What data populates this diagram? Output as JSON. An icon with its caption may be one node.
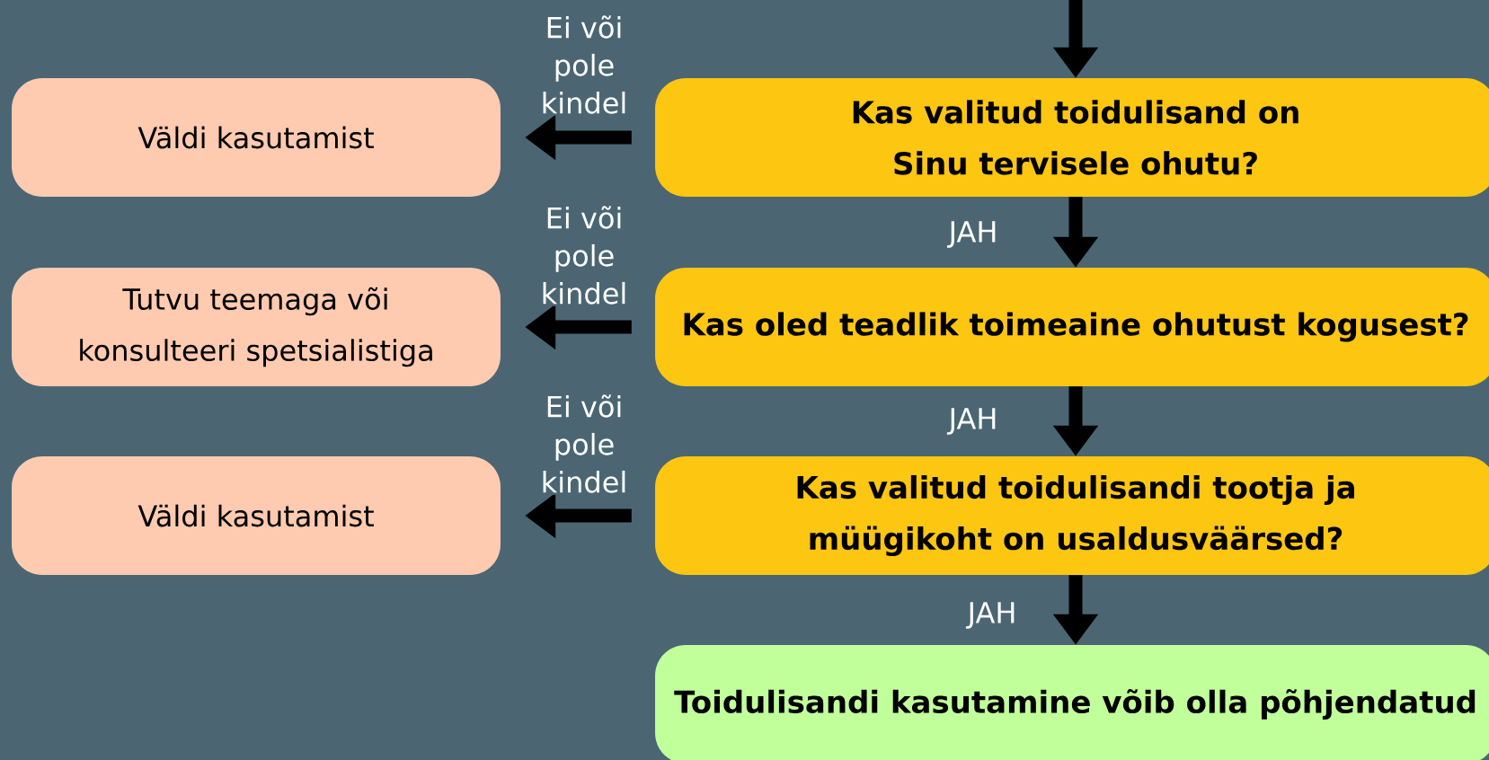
{
  "diagram": {
    "nodes": [
      {
        "text": [
          "Väldi kasutamist"
        ]
      },
      {
        "text": [
          "Kas valitud toidulisand on Sinu tervisele ohutu?"
        ]
      },
      {
        "text": [
          "Tutvu teemaga või konsulteeri spetsialistiga"
        ]
      },
      {
        "text": [
          "Kas oled teadlik toimeaine ohutust kogusest?"
        ]
      },
      {
        "text": [
          "Väldi kasutamist"
        ]
      },
      {
        "text": [
          "Kas valitud toidulisandi tootja ja müügikoht on usaldusväärsed?"
        ]
      },
      {
        "text": [
          "Toidulisandi kasutamine võib olla põhjendatud"
        ]
      }
    ],
    "edges": [
      {
        "from": null,
        "to": 1,
        "arrow": "to"
      },
      {
        "from": 1,
        "to": 0,
        "arrow": "to",
        "label": "Ei või pole kindel"
      },
      {
        "from": 1,
        "to": 3,
        "arrow": "to",
        "label": "JAH"
      },
      {
        "from": 3,
        "to": 2,
        "arrow": "to",
        "label": "Ei või pole kindel"
      },
      {
        "from": 3,
        "to": 5,
        "arrow": "to",
        "label": "JAH"
      },
      {
        "from": 5,
        "to": 4,
        "arrow": "to",
        "label": "Ei või pole kindel"
      },
      {
        "from": 5,
        "to": 6,
        "arrow": "to",
        "label": "JAH"
      }
    ]
  }
}
